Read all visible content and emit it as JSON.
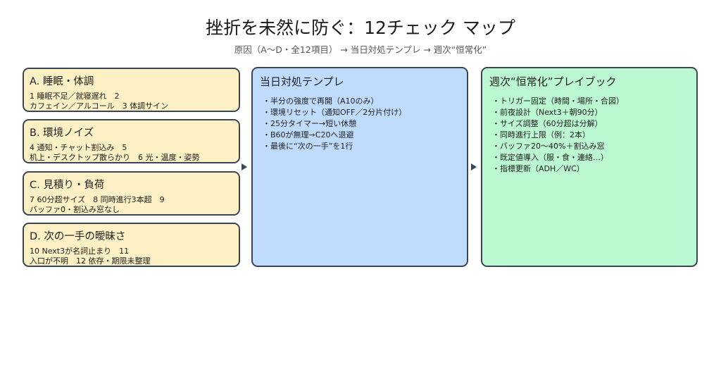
{
  "title": "挫折を未然に防ぐ：12チェック マップ",
  "subtitle": "原因（A〜D・全12項目） → 当日対処テンプレ → 週次“恒常化”",
  "causes": [
    {
      "heading": "A. 睡眠・体調",
      "line1": "1 睡眠不足／就寝遅れ　2",
      "line2": "カフェイン／アルコール　3 体調サイン"
    },
    {
      "heading": "B. 環境ノイズ",
      "line1": "4 通知・チャット割込み　5",
      "line2": "机上・デスクトップ散らかり　6 光・温度・姿勢"
    },
    {
      "heading": "C. 見積り・負荷",
      "line1": "7 60分超サイズ　8 同時進行3本超　9",
      "line2": "バッファ0・割込み窓なし"
    },
    {
      "heading": "D. 次の一手の曖昧さ",
      "line1": "10 Next3が名詞止まり　11",
      "line2": "入口が不明　12 依存・期限未整理"
    }
  ],
  "daily": {
    "heading": "当日対処テンプレ",
    "items": [
      "半分の強度で再開（A10のみ）",
      "環境リセット（通知OFF／2分片付け）",
      "25分タイマー→短い休憩",
      "B60が無理→C20へ退避",
      "最後に“次の一手”を1行"
    ]
  },
  "weekly": {
    "heading": "週次“恒常化”プレイブック",
    "items": [
      "トリガー固定（時間・場所・合図）",
      "前夜設計（Next3＋朝90分）",
      "サイズ調整（60分超は分解）",
      "同時進行上限（例：2本）",
      "バッファ20〜40%＋割込み窓",
      "既定値導入（服・食・連絡…）",
      "指標更新（ADH／WC）"
    ]
  },
  "colors": {
    "cause": "#fdf0c4",
    "daily": "#bfdbfe",
    "weekly": "#bbf7d0",
    "border": "#3a4556"
  }
}
